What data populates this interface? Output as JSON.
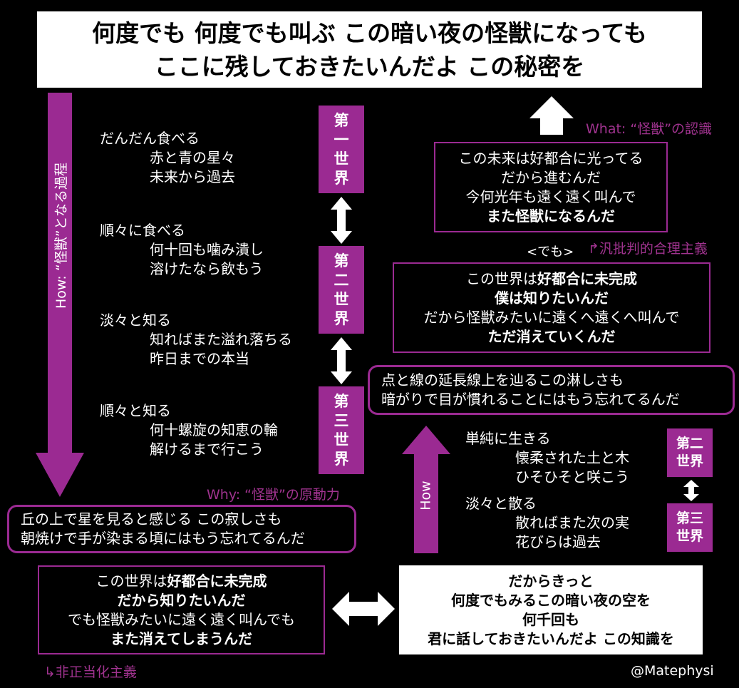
{
  "title": {
    "line1": "何度でも 何度でも叫ぶ この暗い夜の怪獣になっても",
    "line2": "ここに残しておきたいんだよ この秘密を"
  },
  "left_arrow_label": "How: “怪獣”となる過程",
  "worlds": {
    "first": [
      "第",
      "一",
      "世",
      "界"
    ],
    "second": [
      "第",
      "二",
      "世",
      "界"
    ],
    "third": [
      "第",
      "三",
      "世",
      "界"
    ]
  },
  "lyrics_left": [
    {
      "head": "だんだん食べる",
      "lines": [
        "赤と青の星々",
        "未来から過去"
      ]
    },
    {
      "head": "順々に食べる",
      "lines": [
        "何十回も噛み潰し",
        "溶けたなら飲もう"
      ]
    },
    {
      "head": "淡々と知る",
      "lines": [
        "知ればまた溢れ落ちる",
        "昨日までの本当"
      ]
    },
    {
      "head": "順々と知る",
      "lines": [
        "何十螺旋の知恵の輪",
        "解けるまで行こう"
      ]
    }
  ],
  "why_label": "Why: “怪獣”の原動力",
  "why_box": [
    "丘の上で星を見ると感じる この寂しさも",
    "朝焼けで手が染まる頃にはもう忘れてるんだ"
  ],
  "bottom_left_box": {
    "l1_plain": "この世界は",
    "l1_bold": "好都合に未完成",
    "l2": "だから知りたいんだ",
    "l3": "でも怪獣みたいに遠く遠く叫んでも",
    "l4": "また消えてしまうんだ"
  },
  "bottom_left_label": "↳非正当化主義",
  "bottom_right_box": [
    "だからきっと",
    "何度でもみるこの暗い夜の空を",
    "何千回も",
    "君に話しておきたいんだよ この知識を"
  ],
  "credit": "@Matephysi",
  "what_label": "What: “怪獣”の認識",
  "top_right_box": {
    "lines": [
      "この未来は好都合に光ってる",
      "だから進むんだ",
      "今何光年も遠く遠く叫んで"
    ],
    "bold": "また怪獣になるんだ"
  },
  "demo_label": "<でも>",
  "critical_label": "↱汎批判的合理主義",
  "mid_right_box": {
    "l1_plain": "この世界は",
    "l1_bold": "好都合に未完成",
    "l2": "僕は知りたいんだ",
    "l3": "だから怪獣みたいに遠くへ遠くへ叫んで",
    "l4": "ただ消えていくんだ"
  },
  "right_round_box": [
    "点と線の延長線上を辿るこの淋しさも",
    "暗がりで目が慣れることにはもう忘れてるんだ"
  ],
  "how_label": "How",
  "lyrics_right": [
    {
      "head": "単純に生きる",
      "lines": [
        "懐柔された土と木",
        "ひそひそと咲こう"
      ]
    },
    {
      "head": "淡々と散る",
      "lines": [
        "散ればまた次の実",
        "花びらは過去"
      ]
    }
  ],
  "small_worlds": {
    "second": [
      "第二",
      "世界"
    ],
    "third": [
      "第三",
      "世界"
    ]
  }
}
